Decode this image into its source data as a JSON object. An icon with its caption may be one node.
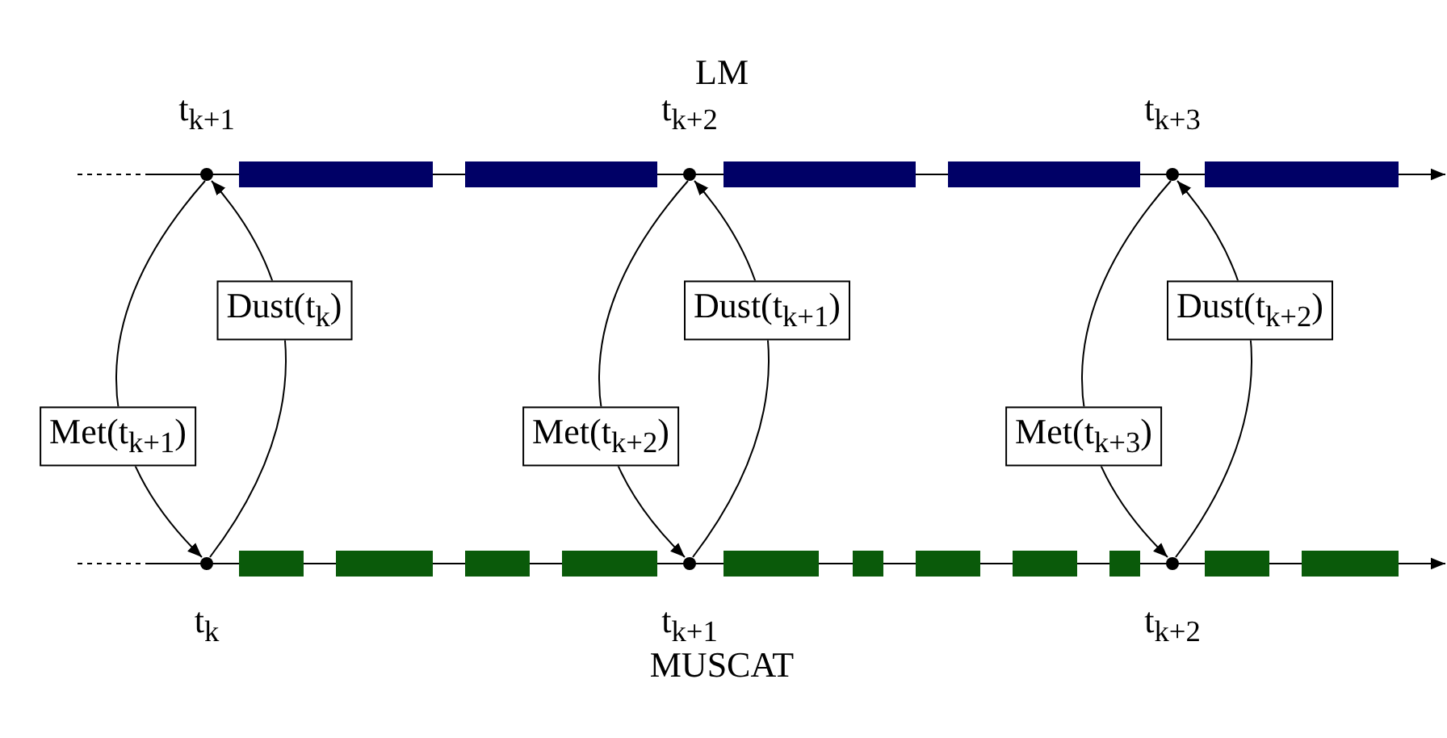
{
  "diagram": {
    "nodes": [
      {
        "text": [],
        "shape": "circle",
        "beside": [
          "t$_{k+1}$"
        ]
      },
      {
        "text": [],
        "shape": "circle",
        "beside": [
          "t$_{k+2}$"
        ]
      },
      {
        "text": [],
        "shape": "circle",
        "beside": [
          "t$_{k+3}$"
        ]
      },
      {
        "text": [],
        "shape": "circle",
        "beside": [
          "t$_{k}$"
        ]
      },
      {
        "text": [],
        "shape": "circle",
        "beside": [
          "t$_{k+1}$"
        ]
      },
      {
        "text": [],
        "shape": "circle",
        "beside": [
          "t$_{k+2}$"
        ]
      }
    ],
    "edges": [
      {
        "from": 0,
        "to": 3,
        "arrow": "to",
        "label": "Met(t$_{k+1}$)"
      },
      {
        "from": 3,
        "to": 0,
        "arrow": "to",
        "label": "Dust(t$_{k}$)"
      },
      {
        "from": 1,
        "to": 4,
        "arrow": "to",
        "label": "Met(t$_{k+2}$)"
      },
      {
        "from": 4,
        "to": 1,
        "arrow": "to",
        "label": "Dust(t$_{k+1}$)"
      },
      {
        "from": 2,
        "to": 5,
        "arrow": "to",
        "label": "Met(t$_{k+3}$)"
      },
      {
        "from": 5,
        "to": 2,
        "arrow": "to",
        "label": "Dust(t$_{k+2}$)"
      }
    ],
    "labels": [
      "LM",
      "MUSCAT"
    ]
  }
}
